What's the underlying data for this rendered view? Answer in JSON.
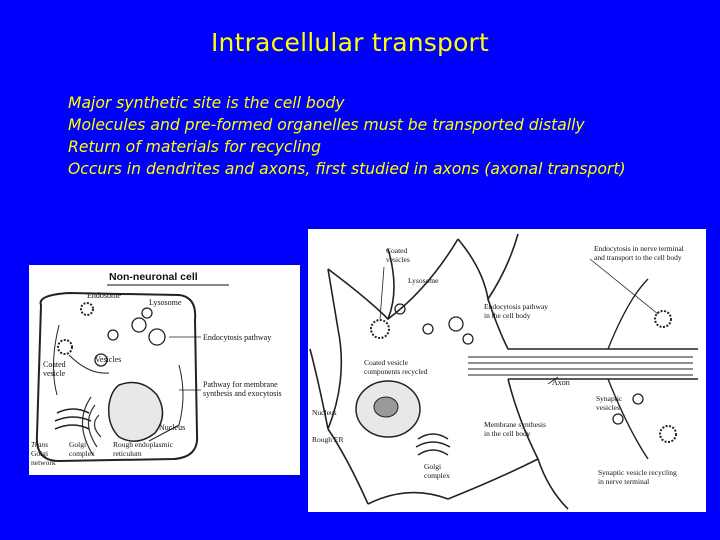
{
  "slide": {
    "title": "Intracellular transport",
    "bullets": [
      "Major synthetic site is the cell body",
      "Molecules and pre-formed organelles must be transported distally",
      "Return of materials for recycling",
      "Occurs in dendrites and axons, first studied in axons (axonal transport)"
    ]
  },
  "figure_left": {
    "heading": "Non-neuronal cell",
    "labels": {
      "endosome": "Endosome",
      "lysosome": "Lysosome",
      "endocytosis": "Endocytosis pathway",
      "coated_vesicle_1": "Coated",
      "coated_vesicle_2": "vesicle",
      "vesicles": "Vesicles",
      "pathway_1": "Pathway for membrane",
      "pathway_2": "synthesis and exocytosis",
      "nucleus": "Nucleus",
      "trans_golgi_1": "Trans",
      "trans_golgi_2": "Golgi",
      "trans_golgi_3": "network",
      "golgi_1": "Golgi",
      "golgi_2": "complex",
      "rough_er_1": "Rough endoplasmic",
      "rough_er_2": "reticulum"
    }
  },
  "figure_right": {
    "labels": {
      "coated_vesicles_1": "Coated",
      "coated_vesicles_2": "vesicles",
      "lysosome": "Lysosome",
      "endocytosis_terminal_1": "Endocytosis in nerve terminal",
      "endocytosis_terminal_2": "and transport to the cell body",
      "endocytosis_body_1": "Endocytosis pathway",
      "endocytosis_body_2": "in the cell body",
      "coated_recycled_1": "Coated vesicle",
      "coated_recycled_2": "components recycled",
      "axon": "Axon",
      "synaptic_vesicles_1": "Synaptic",
      "synaptic_vesicles_2": "vesicles",
      "nucleus": "Nucleus",
      "rough_er": "Rough ER",
      "membrane_synthesis_1": "Membrane synthesis",
      "membrane_synthesis_2": "in the cell body",
      "golgi_1": "Golgi",
      "golgi_2": "complex",
      "synaptic_recycling_1": "Synaptic vesicle recycling",
      "synaptic_recycling_2": "in nerve terminal"
    }
  }
}
